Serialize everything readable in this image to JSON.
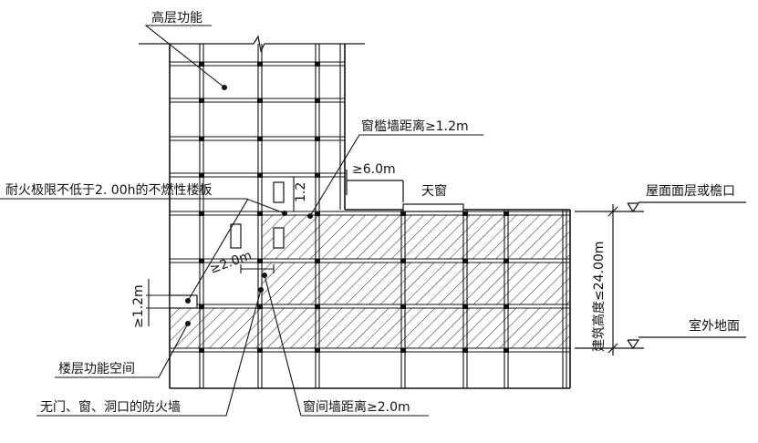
{
  "diagram": {
    "labels": {
      "high_rise_function": "高层功能",
      "sill_wall_distance": "窗槛墙距离≥1.2m",
      "distance_6m": "≥6.0m",
      "skylight": "天窗",
      "fire_floor_slab": "耐火极限不低于2. 00h的不燃性楼板",
      "roof_level": "屋面面层或檐口",
      "building_height": "建筑高度≤24.00m",
      "outdoor_ground": "室外地面",
      "wall_1_2m": "≥1.2m",
      "dist_2m": "≥2.0m",
      "vertical_1_2": "1.2",
      "floor_function_space": "楼层功能空间",
      "fire_wall_no_openings": "无门、窗、洞口的防火墙",
      "window_wall_distance": "窗间墙距离≥2.0m"
    },
    "colors": {
      "line": "#111111",
      "hatch": "#222222",
      "background": "#ffffff"
    }
  }
}
